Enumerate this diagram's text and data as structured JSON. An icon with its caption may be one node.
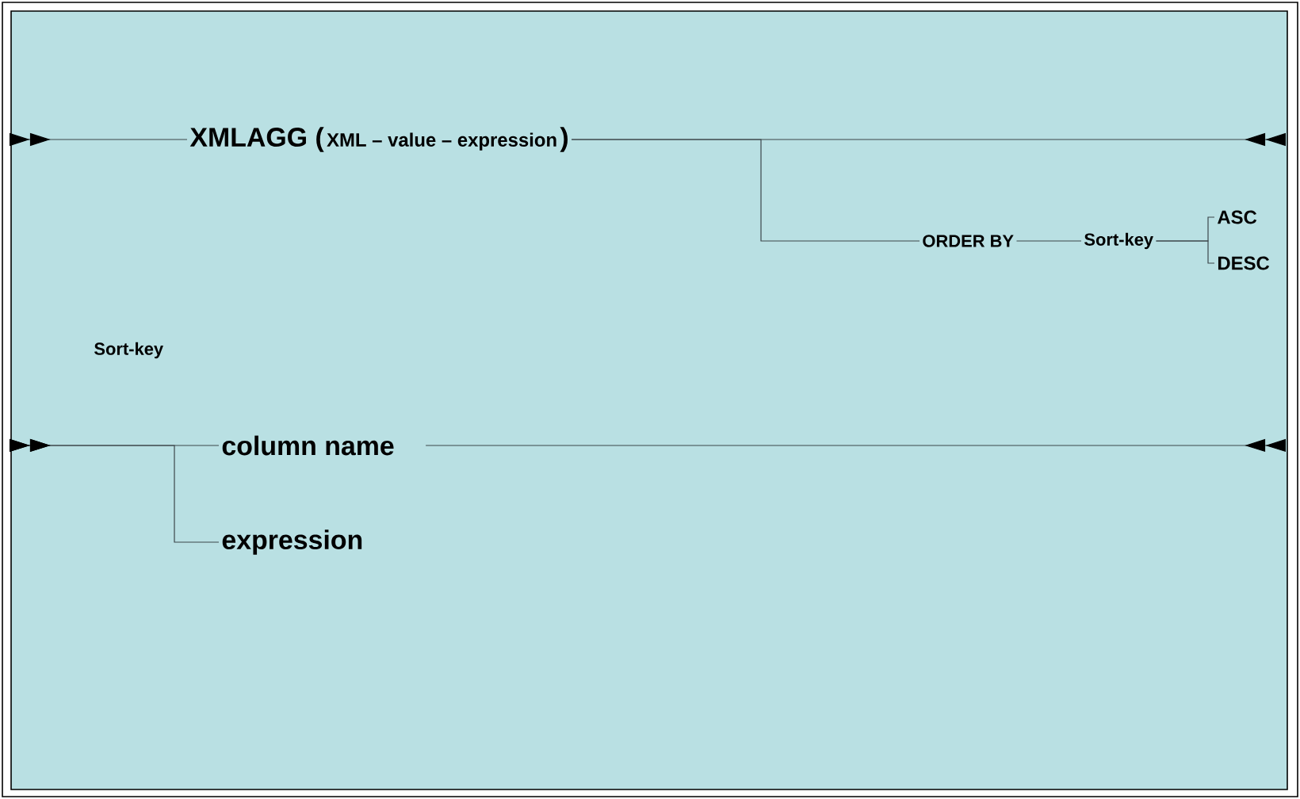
{
  "diagram": {
    "nodes": [
      {
        "text": [
          "XMLAGG (",
          "XML – value – expression",
          ")"
        ]
      },
      {
        "text": [
          "ORDER BY"
        ]
      },
      {
        "text": [
          "Sort-key"
        ]
      },
      {
        "text": [
          "ASC"
        ]
      },
      {
        "text": [
          "DESC"
        ]
      },
      {
        "text": [
          "column name"
        ]
      },
      {
        "text": [
          "expression"
        ]
      }
    ],
    "edges": [
      {
        "from": null,
        "to": 0,
        "arrow": "other"
      },
      {
        "from": 0,
        "to": null,
        "arrow": "other"
      },
      {
        "from": 0,
        "to": 1,
        "arrow": "none"
      },
      {
        "from": 1,
        "to": 2,
        "arrow": "none"
      },
      {
        "from": 2,
        "to": 3,
        "arrow": "none"
      },
      {
        "from": 2,
        "to": 4,
        "arrow": "none"
      },
      {
        "from": null,
        "to": 5,
        "arrow": "other"
      },
      {
        "from": null,
        "to": 6,
        "arrow": "other"
      },
      {
        "from": 5,
        "to": null,
        "arrow": "other"
      }
    ],
    "labels": [
      "Sort-key"
    ]
  }
}
